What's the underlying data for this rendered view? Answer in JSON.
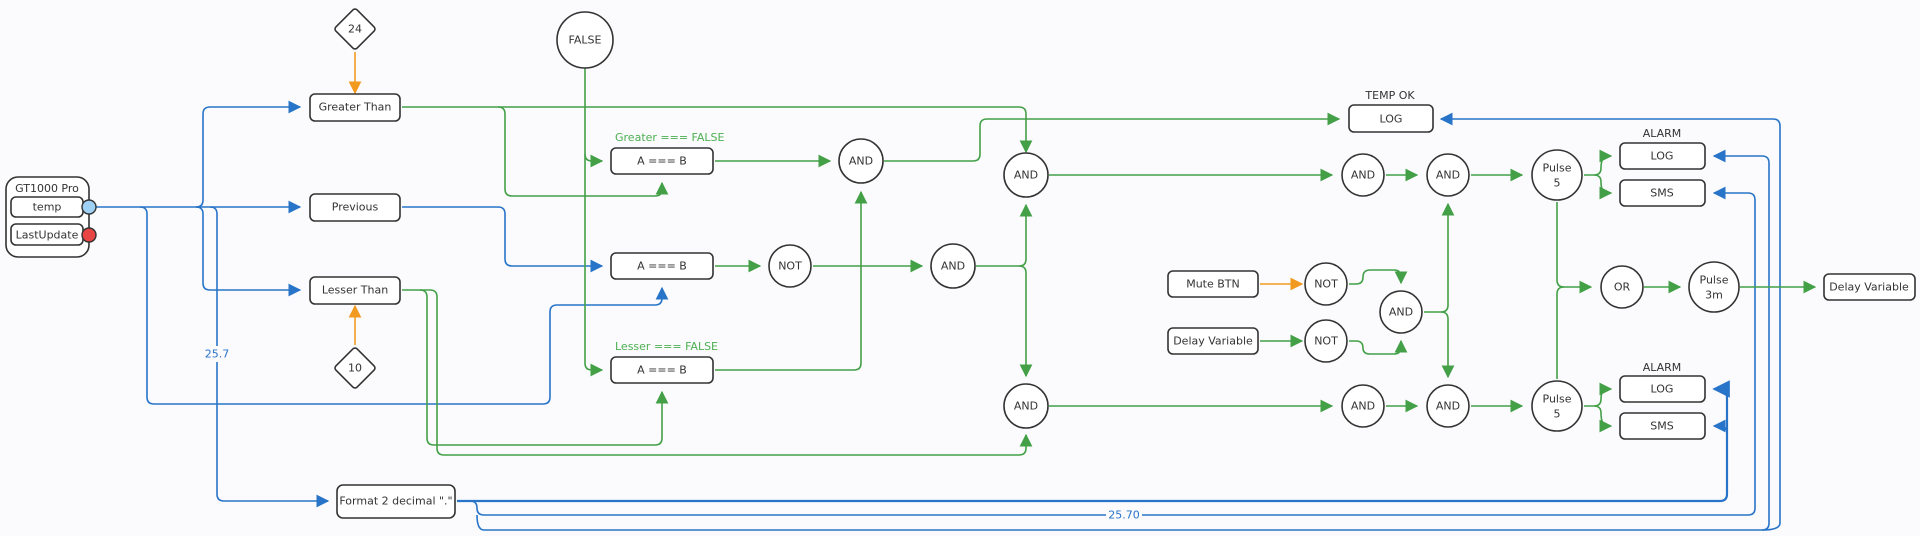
{
  "colors": {
    "green_edge": "#43a047",
    "blue_edge": "#2874c8",
    "orange_edge": "#f29a1f",
    "port_temp": "#9fd0f5",
    "port_lastupdate": "#e84545"
  },
  "device": {
    "title": "GT1000 Pro",
    "ports": [
      {
        "label": "temp",
        "port_color": "light-blue"
      },
      {
        "label": "LastUpdate",
        "port_color": "red"
      }
    ]
  },
  "constants": {
    "upper_threshold": "24",
    "lower_threshold": "10",
    "false_value": "FALSE"
  },
  "nodes": {
    "greater_than": "Greater Than",
    "previous": "Previous",
    "lesser_than": "Lesser Than",
    "format": "Format 2 decimal \".\"",
    "compare_greater": "A === B",
    "compare_previous": "A === B",
    "compare_lesser": "A === B",
    "compare_greater_caption": "Greater === FALSE",
    "compare_lesser_caption": "Lesser === FALSE",
    "and_top": "AND",
    "not_mid": "NOT",
    "and_mid": "AND",
    "and_upper_big": "AND",
    "and_lower_big": "AND",
    "temp_ok_caption": "TEMP OK",
    "temp_ok_log": "LOG",
    "mute_btn": "Mute BTN",
    "delay_variable_in": "Delay Variable",
    "not_mute": "NOT",
    "not_delay": "NOT",
    "and_mute_delay": "AND",
    "and_upper_1": "AND",
    "and_upper_2": "AND",
    "and_lower_1": "AND",
    "and_lower_2": "AND",
    "pulse_upper_line1": "Pulse",
    "pulse_upper_line2": "5",
    "pulse_lower_line1": "Pulse",
    "pulse_lower_line2": "5",
    "or": "OR",
    "pulse_3m_line1": "Pulse",
    "pulse_3m_line2": "3m",
    "delay_variable_out": "Delay Variable",
    "alarm_upper_caption": "ALARM",
    "alarm_upper_log": "LOG",
    "alarm_upper_sms": "SMS",
    "alarm_lower_caption": "ALARM",
    "alarm_lower_log": "LOG",
    "alarm_lower_sms": "SMS"
  },
  "edge_labels": {
    "raw_value": "25.7",
    "formatted_value": "25.70"
  }
}
